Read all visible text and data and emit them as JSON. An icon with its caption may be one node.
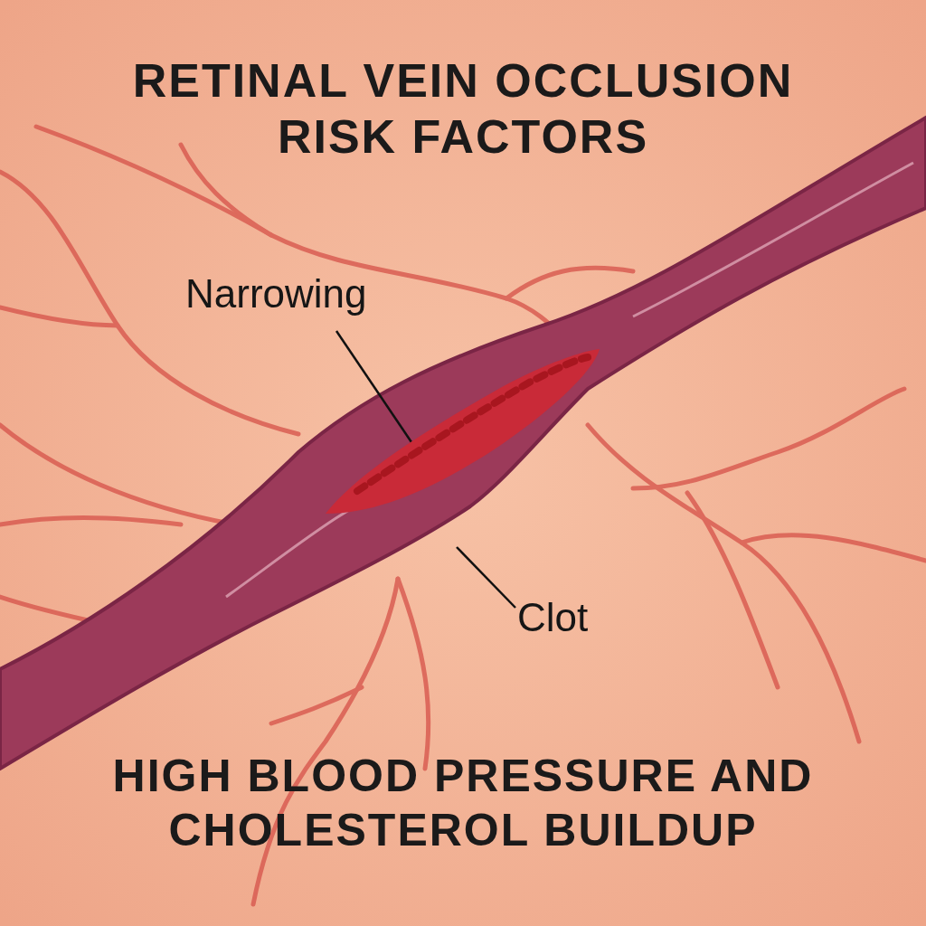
{
  "diagram": {
    "title": "RETINAL VEIN OCCLUSION RISK FACTORS",
    "caption": "HIGH BLOOD PRESSURE AND CHOLESTEROL BUILDUP",
    "nodes": [
      {
        "text": [
          "Narrowing"
        ]
      },
      {
        "text": [
          "Clot"
        ]
      },
      {
        "text": [],
        "shape": "picture"
      }
    ],
    "edges": [
      {
        "from": 0,
        "to": 2,
        "arrow": "none"
      },
      {
        "from": 1,
        "to": null,
        "arrow": "none"
      }
    ]
  }
}
